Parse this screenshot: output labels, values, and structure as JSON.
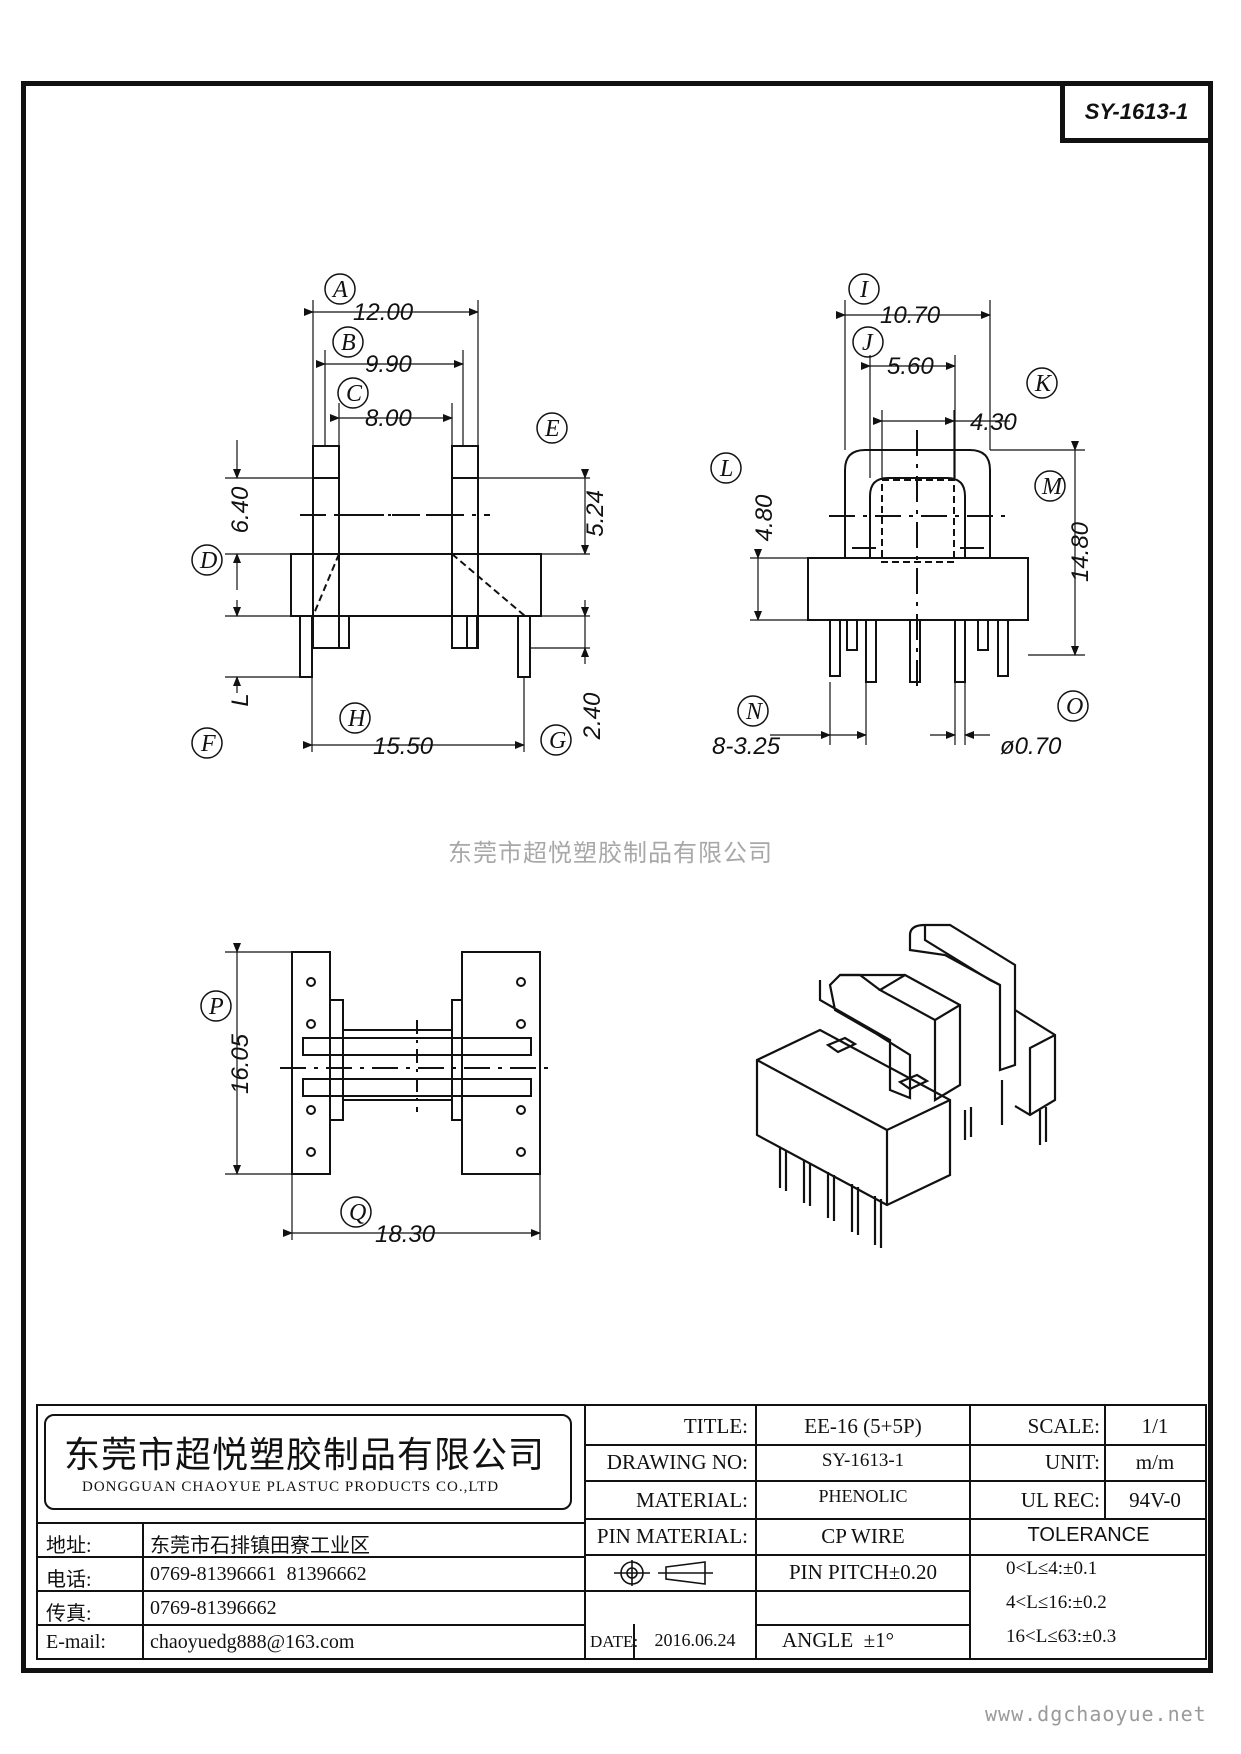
{
  "drawing_number": "SY-1613-1",
  "watermark": "东莞市超悦塑胶制品有限公司",
  "website": "www.dgchaoyue.net",
  "dimensions": {
    "A": "12.00",
    "B": "9.90",
    "C": "8.00",
    "D": "6.40",
    "E": "5.24",
    "F": "L",
    "G": "2.40",
    "H": "15.50",
    "I": "10.70",
    "J": "5.60",
    "K": "4.30",
    "L": "4.80",
    "M": "14.80",
    "N": "8-3.25",
    "O": "ø0.70",
    "P": "16.05",
    "Q": "18.30"
  },
  "title_block": {
    "company_cn": "东莞市超悦塑胶制品有限公司",
    "company_en": "DONGGUAN CHAOYUE PLASTUC PRODUCTS CO.,LTD",
    "address_label": "地址:",
    "address": "东莞市石排镇田寮工业区",
    "phone_label": "电话:",
    "phone": "0769-81396661  81396662",
    "fax_label": "传真:",
    "fax": "0769-81396662",
    "email_label": "E-mail:",
    "email": "chaoyuedg888@163.com",
    "title_label": "TITLE:",
    "title": "EE-16 (5+5P)",
    "drawing_no_label": "DRAWING NO:",
    "drawing_no": "SY-1613-1",
    "material_label": "MATERIAL:",
    "material": "PHENOLIC",
    "pin_material_label": "PIN MATERIAL:",
    "pin_material": "CP WIRE",
    "pin_pitch": "PIN PITCH±0.20",
    "date_label": "DATE:",
    "date": "2016.06.24",
    "angle": "ANGLE  ±1°",
    "scale_label": "SCALE:",
    "scale": "1/1",
    "unit_label": "UNIT:",
    "unit": "m/m",
    "ul_label": "UL REC:",
    "ul": "94V-0",
    "tolerance_label": "TOLERANCE",
    "tolerance": [
      "0<L≤4:±0.1",
      "4<L≤16:±0.2",
      "16<L≤63:±0.3"
    ]
  }
}
